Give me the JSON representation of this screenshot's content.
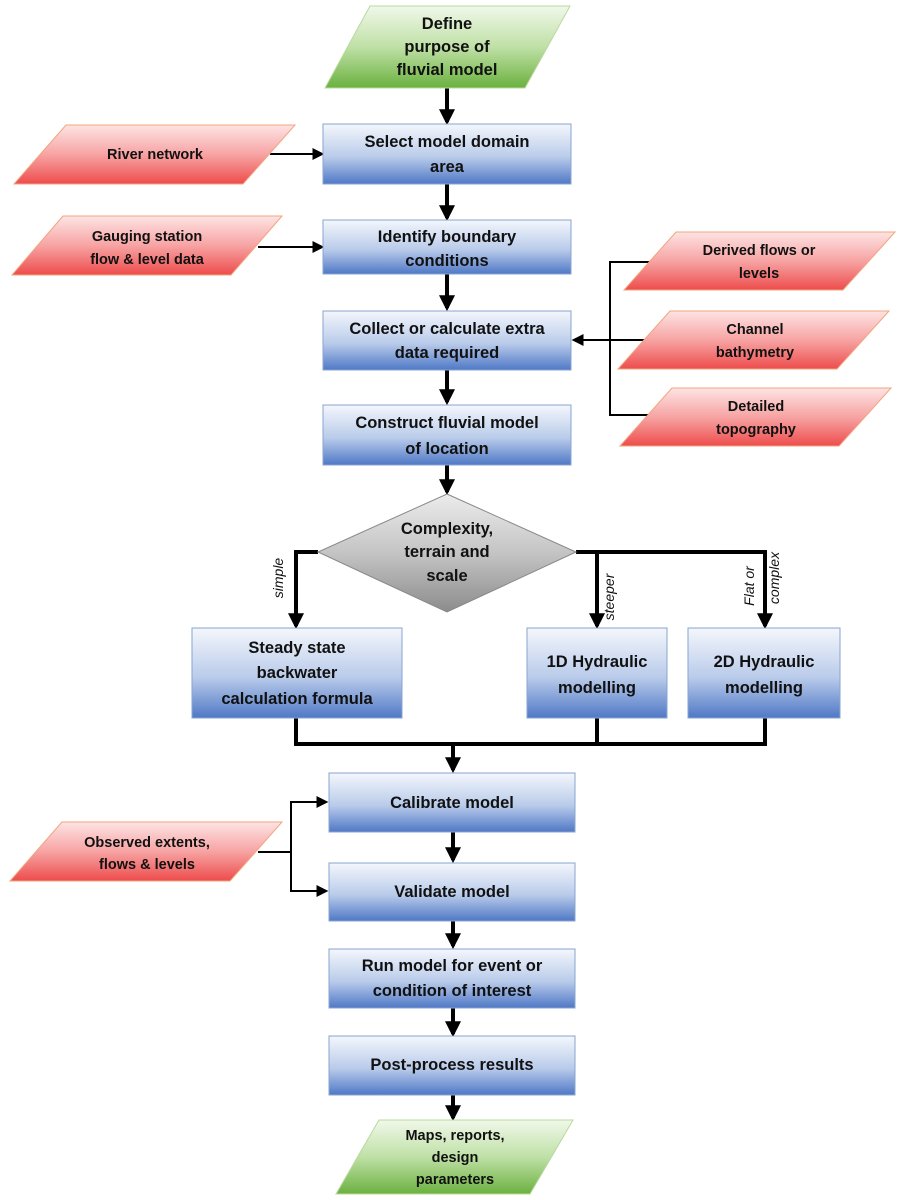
{
  "start": {
    "lines": [
      "Define",
      "purpose of",
      "fluvial model"
    ]
  },
  "steps": {
    "select_domain": [
      "Select model domain",
      "area"
    ],
    "identify_boundary": [
      "Identify boundary",
      "conditions"
    ],
    "collect_data": [
      "Collect or calculate extra",
      "data required"
    ],
    "construct_model": [
      "Construct fluvial model",
      "of location"
    ],
    "calibrate": [
      "Calibrate model"
    ],
    "validate": [
      "Validate model"
    ],
    "run_model": [
      "Run model for event or",
      "condition of interest"
    ],
    "post_process": [
      "Post-process results"
    ]
  },
  "decision": {
    "lines": [
      "Complexity,",
      "terrain and",
      "scale"
    ]
  },
  "branches": {
    "simple_label": "simple",
    "steeper_label": "steeper",
    "flat_label_1": "Flat or",
    "flat_label_2": "complex"
  },
  "methods": {
    "steady_state": [
      "Steady state",
      "backwater",
      "calculation formula"
    ],
    "hydraulic_1d": [
      "1D Hydraulic",
      "modelling"
    ],
    "hydraulic_2d": [
      "2D Hydraulic",
      "modelling"
    ]
  },
  "inputs": {
    "river_network": [
      "River network"
    ],
    "gauging": [
      "Gauging station",
      "flow & level data"
    ],
    "derived_flows": [
      "Derived flows or",
      "levels"
    ],
    "channel_bathymetry": [
      "Channel",
      "bathymetry"
    ],
    "detailed_topography": [
      "Detailed",
      "topography"
    ],
    "observed": [
      "Observed extents,",
      "flows & levels"
    ]
  },
  "end": {
    "lines": [
      "Maps, reports,",
      "design",
      "parameters"
    ]
  },
  "colors": {
    "process_blue_top": "#f4f7fc",
    "process_blue_bottom": "#4f78c6",
    "input_red_top": "#fde4e4",
    "input_red_bottom": "#ee4c4c",
    "terminal_green_top": "#f1f8ea",
    "terminal_green_bottom": "#6bb13f",
    "decision_grey_top": "#ececec",
    "decision_grey_bottom": "#8c8c8c"
  }
}
